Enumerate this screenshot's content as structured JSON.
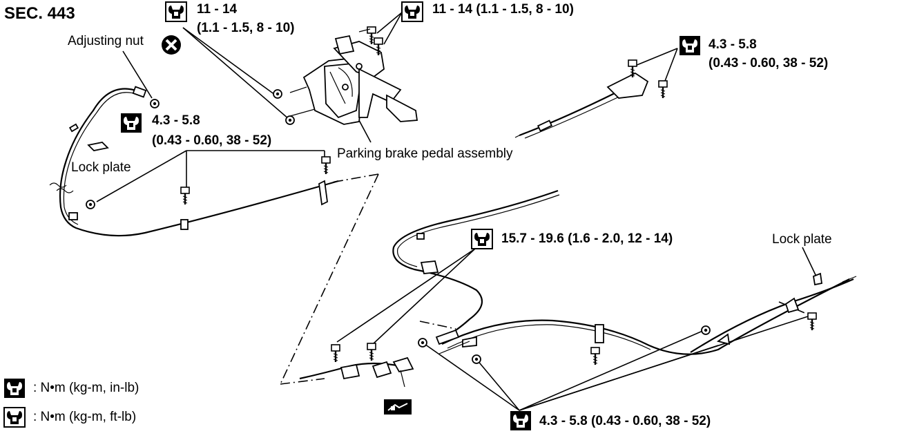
{
  "section": "SEC. 443",
  "labels": {
    "adjusting_nut": "Adjusting nut",
    "lock_plate_left": "Lock plate",
    "lock_plate_right": "Lock plate",
    "pedal_assembly": "Parking brake pedal assembly"
  },
  "torques": {
    "top_left_line1": "11 - 14",
    "top_left_line2": "(1.1 - 1.5, 8 - 10)",
    "top_center": "11 - 14 (1.1 - 1.5, 8 - 10)",
    "top_right_line1": "4.3 - 5.8",
    "top_right_line2": "(0.43 - 0.60, 38 - 52)",
    "left_mid_line1": "4.3 - 5.8",
    "left_mid_line2": "(0.43 - 0.60, 38 - 52)",
    "center": "15.7 - 19.6 (1.6 - 2.0, 12 - 14)",
    "bottom": "4.3 - 5.8 (0.43 - 0.60, 38 - 52)"
  },
  "legend": [
    {
      "icon": "torque-wrench-icon-inlb",
      "text": ": N•m (kg-m, in-lb)"
    },
    {
      "icon": "torque-wrench-icon-ftlb",
      "text": ": N•m (kg-m, ft-lb)"
    }
  ],
  "icons": {
    "inlb": "filled-torque-wrench",
    "ftlb": "outline-torque-wrench",
    "do_not_reuse": "circled-x",
    "lubricate": "grease-symbol"
  }
}
